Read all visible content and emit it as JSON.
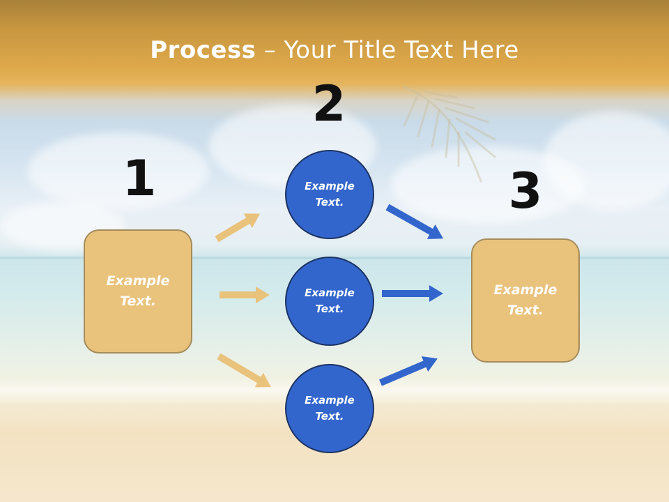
{
  "title": {
    "bold": "Process",
    "rest": " – Your Title Text Here"
  },
  "steps": [
    {
      "number": "1",
      "box_text": [
        "Example",
        "Text."
      ]
    },
    {
      "number": "2",
      "circles": [
        {
          "text": [
            "Example",
            "Text."
          ]
        },
        {
          "text": [
            "Example",
            "Text."
          ]
        },
        {
          "text": [
            "Example",
            "Text."
          ]
        }
      ]
    },
    {
      "number": "3",
      "box_text": [
        "Example",
        "Text."
      ]
    }
  ],
  "colors": {
    "box_fill": "#e9c27c",
    "box_border": "#a58c5a",
    "circle_fill": "#3366cc",
    "circle_border": "#1c3263",
    "arrow_tan": "#e9c27c",
    "arrow_blue": "#3366cc",
    "title": "#ffffff",
    "numbers": "#111111"
  }
}
